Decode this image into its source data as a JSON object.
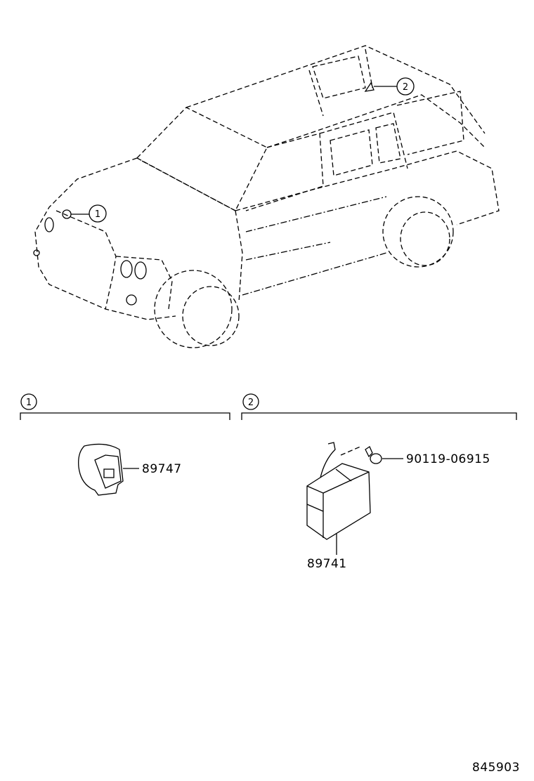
{
  "callouts": [
    {
      "label": "1"
    },
    {
      "label": "2"
    }
  ],
  "sections": [
    {
      "label": "1",
      "parts": [
        {
          "number": "89747"
        }
      ]
    },
    {
      "label": "2",
      "parts": [
        {
          "number": "90119-06915"
        },
        {
          "number": "89741"
        }
      ]
    }
  ],
  "diagram_id": "845903"
}
